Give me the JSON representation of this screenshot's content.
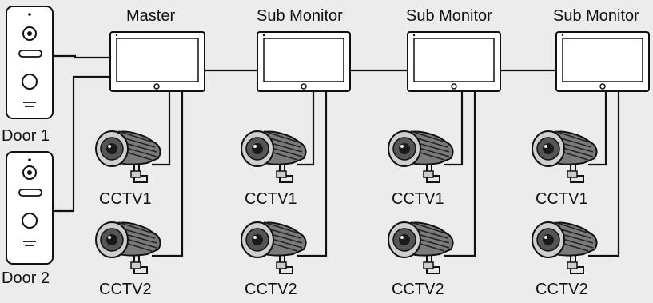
{
  "doors": [
    {
      "label": "Door 1"
    },
    {
      "label": "Door 2"
    }
  ],
  "monitors": [
    {
      "title": "Master",
      "cctv": [
        "CCTV1",
        "CCTV2"
      ]
    },
    {
      "title": "Sub Monitor",
      "cctv": [
        "CCTV1",
        "CCTV2"
      ]
    },
    {
      "title": "Sub Monitor",
      "cctv": [
        "CCTV1",
        "CCTV2"
      ]
    },
    {
      "title": "Sub Monitor",
      "cctv": [
        "CCTV1",
        "CCTV2"
      ]
    }
  ],
  "colors": {
    "background": "#ececec",
    "line": "#111111",
    "device_fill": "#ffffff",
    "camera_body": "#777777",
    "camera_dark": "#333333"
  },
  "icons": [
    "door-station-icon",
    "monitor-icon",
    "cctv-camera-icon"
  ]
}
